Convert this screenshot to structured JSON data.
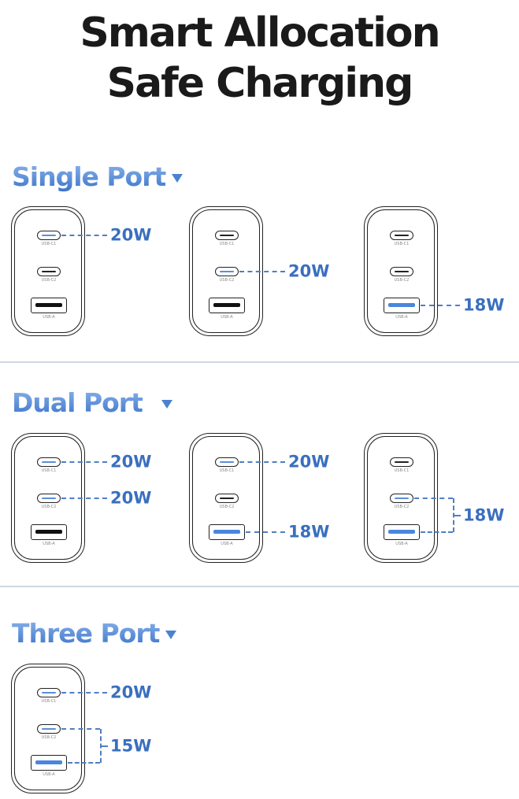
{
  "title_line1": "Smart Allocation",
  "title_line2": "Safe Charging",
  "port_labels": {
    "c1": "USB-C1",
    "c2": "USB-C2",
    "a": "USB-A"
  },
  "colors": {
    "accent": "#3a6fbf",
    "active_port": "#4a86dc"
  },
  "sections": [
    {
      "title": "Single Port",
      "chargers": [
        {
          "active": [
            "c1"
          ],
          "outputs": [
            {
              "ports": [
                "c1"
              ],
              "watts": "20W"
            }
          ]
        },
        {
          "active": [
            "c2"
          ],
          "outputs": [
            {
              "ports": [
                "c2"
              ],
              "watts": "20W"
            }
          ]
        },
        {
          "active": [
            "a"
          ],
          "outputs": [
            {
              "ports": [
                "a"
              ],
              "watts": "18W"
            }
          ]
        }
      ]
    },
    {
      "title": "Dual Port",
      "chargers": [
        {
          "active": [
            "c1",
            "c2"
          ],
          "outputs": [
            {
              "ports": [
                "c1"
              ],
              "watts": "20W"
            },
            {
              "ports": [
                "c2"
              ],
              "watts": "20W"
            }
          ]
        },
        {
          "active": [
            "c1",
            "a"
          ],
          "outputs": [
            {
              "ports": [
                "c1"
              ],
              "watts": "20W"
            },
            {
              "ports": [
                "a"
              ],
              "watts": "18W"
            }
          ]
        },
        {
          "active": [
            "c2",
            "a"
          ],
          "outputs": [
            {
              "ports": [
                "c2",
                "a"
              ],
              "watts": "18W"
            }
          ]
        }
      ]
    },
    {
      "title": "Three Port",
      "chargers": [
        {
          "active": [
            "c1",
            "c2",
            "a"
          ],
          "outputs": [
            {
              "ports": [
                "c1"
              ],
              "watts": "20W"
            },
            {
              "ports": [
                "c2",
                "a"
              ],
              "watts": "15W"
            }
          ]
        }
      ]
    }
  ]
}
